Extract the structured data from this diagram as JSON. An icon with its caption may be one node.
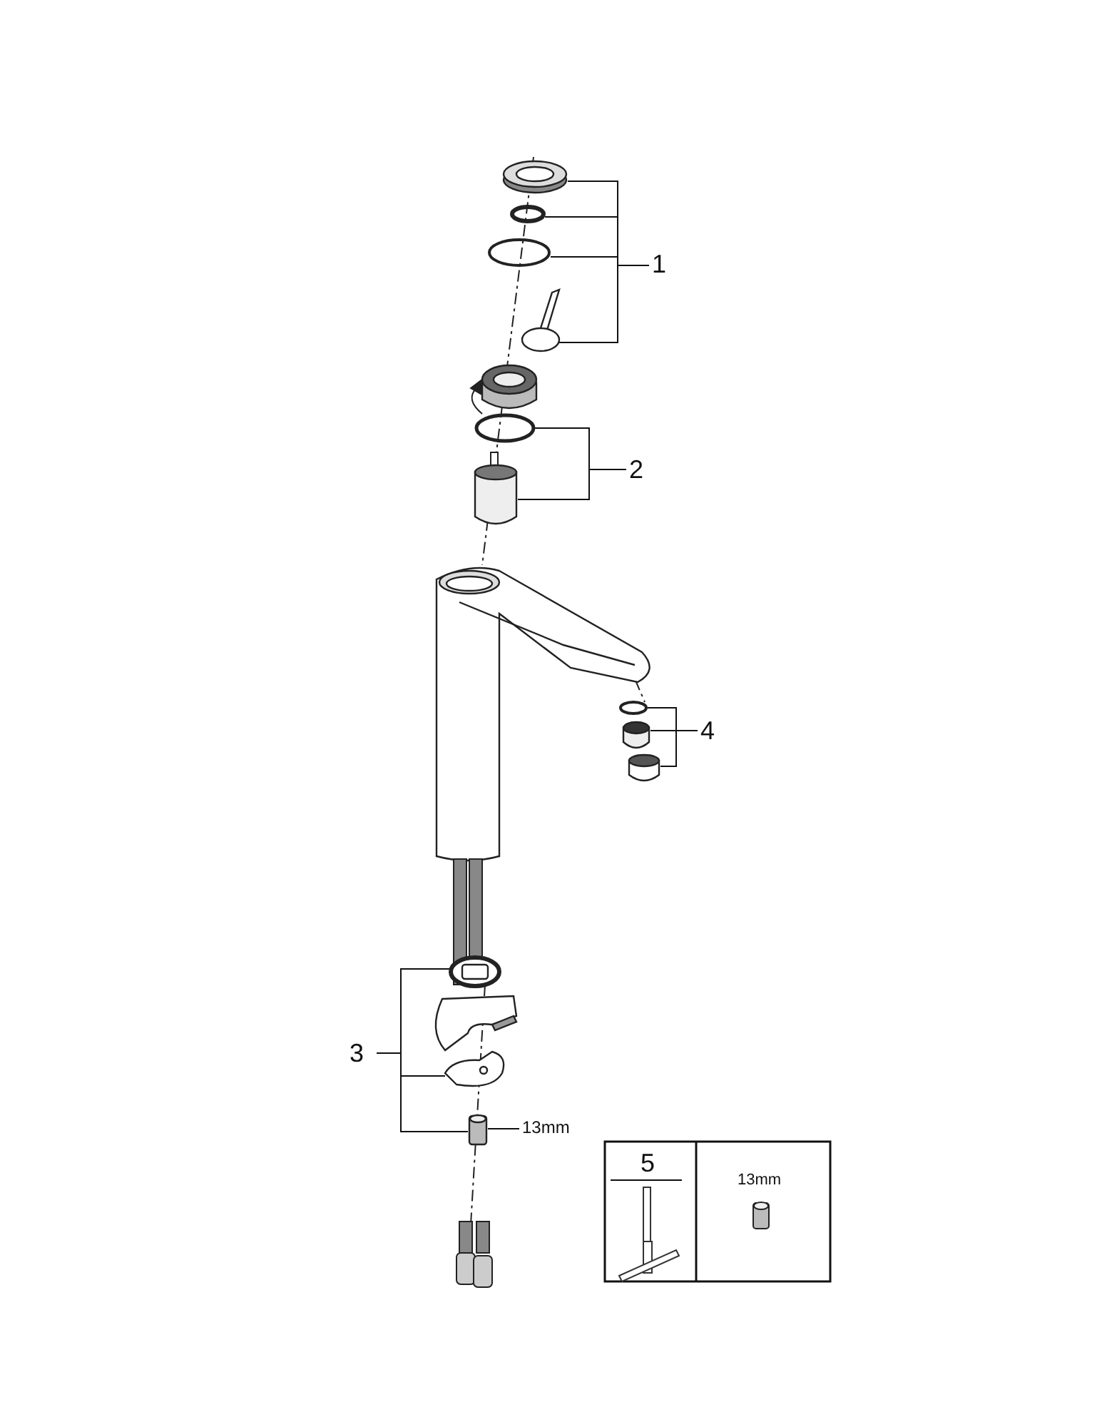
{
  "diagram": {
    "nodes": [
      {
        "text": [
          "1"
        ]
      },
      {
        "text": [],
        "shape": "picture"
      },
      {
        "text": [],
        "shape": "circle"
      },
      {
        "text": [],
        "shape": "circle"
      },
      {
        "text": [],
        "shape": "picture"
      },
      {
        "text": [
          "2"
        ]
      },
      {
        "text": [],
        "shape": "circle"
      },
      {
        "text": [],
        "shape": "cylinder"
      },
      {
        "text": [
          "4"
        ]
      },
      {
        "text": [],
        "shape": "circle"
      },
      {
        "text": [],
        "shape": "cylinder"
      },
      {
        "text": [],
        "shape": "cylinder"
      },
      {
        "text": [
          "3"
        ]
      },
      {
        "text": [],
        "shape": "picture"
      },
      {
        "text": [],
        "shape": "picture"
      },
      {
        "text": [],
        "shape": "picture"
      },
      {
        "text": [
          "13mm"
        ]
      }
    ],
    "edges": [
      {
        "from": 0,
        "to": 1,
        "arrow": "none"
      },
      {
        "from": 0,
        "to": 2,
        "arrow": "none"
      },
      {
        "from": 0,
        "to": 3,
        "arrow": "none"
      },
      {
        "from": 0,
        "to": 4,
        "arrow": "none"
      },
      {
        "from": 5,
        "to": 6,
        "arrow": "none"
      },
      {
        "from": 5,
        "to": 7,
        "arrow": "none"
      },
      {
        "from": 8,
        "to": 9,
        "arrow": "none"
      },
      {
        "from": 8,
        "to": 10,
        "arrow": "none"
      },
      {
        "from": 8,
        "to": 11,
        "arrow": "none"
      },
      {
        "from": 12,
        "to": 13,
        "arrow": "none"
      },
      {
        "from": 12,
        "to": 14,
        "arrow": "none"
      },
      {
        "from": 12,
        "to": 15,
        "arrow": "none"
      },
      {
        "from": 16,
        "to": 15,
        "arrow": "none"
      }
    ],
    "labels": [
      "5",
      "13mm"
    ]
  }
}
